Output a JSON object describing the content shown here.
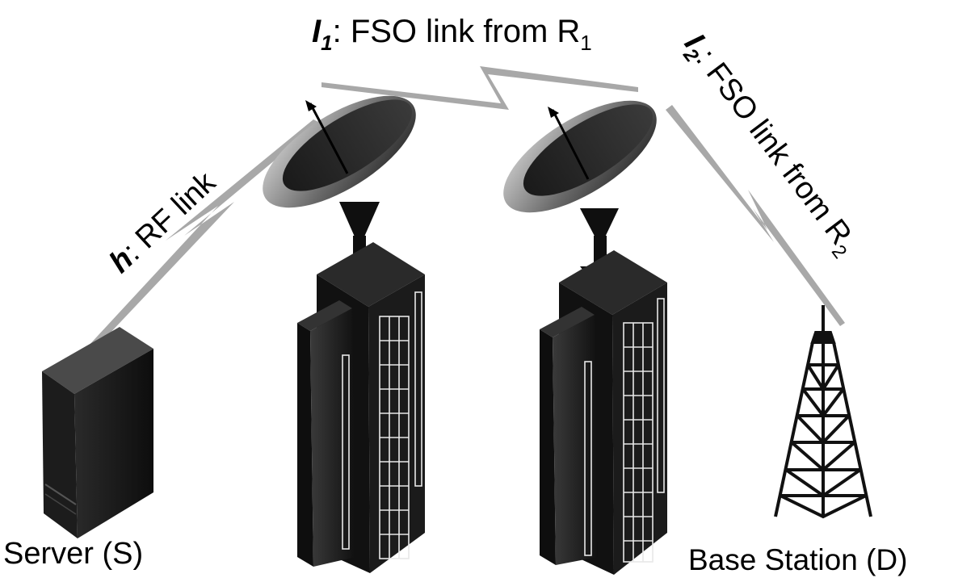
{
  "links": {
    "rf": {
      "symbol": "h",
      "text": ": RF link"
    },
    "fso1": {
      "symbol": "I",
      "symbol_sub": "1",
      "text": ": FSO link from R",
      "text_sub": "1"
    },
    "fso2": {
      "symbol": "I",
      "symbol_sub": "2",
      "text": ": FSO link from R",
      "text_sub": "2"
    }
  },
  "nodes": {
    "server": {
      "label": "Server (S)"
    },
    "base_station": {
      "label": "Base Station (D)"
    }
  },
  "colors": {
    "link": "#a8a8a8",
    "building": "#1a1a1a",
    "window": "#e8e8e8"
  }
}
